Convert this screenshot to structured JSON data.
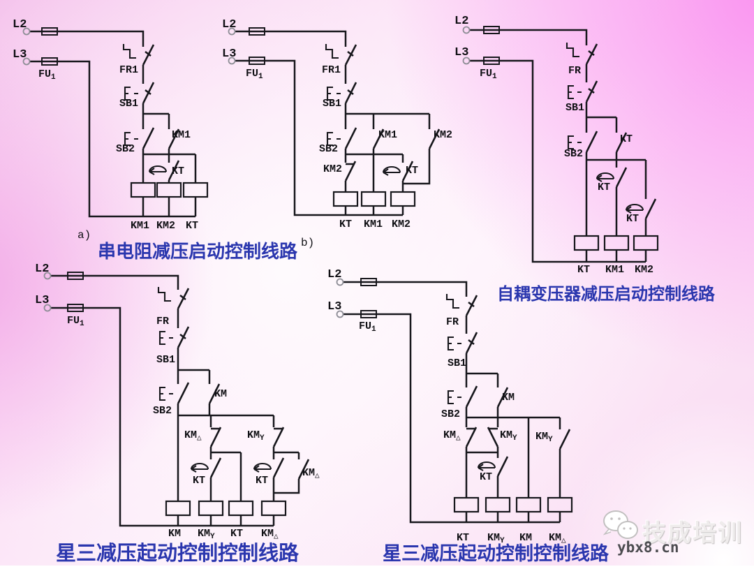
{
  "watermark": {
    "brand": "技成培训",
    "url": "ybx8.cn"
  },
  "circuit_a": {
    "tag": "a)",
    "title": "串电阻减压启动控制线路",
    "l2": "L2",
    "l3": "L3",
    "fu": {
      "b": "FU",
      "s": "1"
    },
    "fr": "FR1",
    "sb1": "SB1",
    "sb2": "SB2",
    "km1": "KM1",
    "kt": "KT",
    "coils": [
      {
        "b": "KM1",
        "s": ""
      },
      {
        "b": "KM2",
        "s": ""
      },
      {
        "b": "KT",
        "s": ""
      }
    ]
  },
  "circuit_b": {
    "tag": "b)",
    "l2": "L2",
    "l3": "L3",
    "fu": {
      "b": "FU",
      "s": "1"
    },
    "fr": "FR1",
    "sb1": "SB1",
    "sb2": "SB2",
    "km1": "KM1",
    "km2": "KM2",
    "km2_nc": "KM2",
    "kt": "KT",
    "coils": [
      {
        "b": "KT",
        "s": ""
      },
      {
        "b": "KM1",
        "s": ""
      },
      {
        "b": "KM2",
        "s": ""
      }
    ]
  },
  "circuit_c": {
    "title": "自耦变压器减压启动控制线路",
    "l2": "L2",
    "l3": "L3",
    "fu": {
      "b": "FU",
      "s": "1"
    },
    "fr": "FR",
    "sb1": "SB1",
    "sb2": "SB2",
    "kt_no": "KT",
    "kt_d1": "KT",
    "kt_d2": "KT",
    "coils": [
      {
        "b": "KT",
        "s": ""
      },
      {
        "b": "KM1",
        "s": ""
      },
      {
        "b": "KM2",
        "s": ""
      }
    ]
  },
  "circuit_d": {
    "title": "星三减压起动控制控制线路",
    "l2": "L2",
    "l3": "L3",
    "fu": {
      "b": "FU",
      "s": "1"
    },
    "fr": "FR",
    "sb1": "SB1",
    "sb2": "SB2",
    "km": "KM",
    "km_delta_nc": {
      "b": "KM",
      "s": "△"
    },
    "km_y_nc": {
      "b": "KM",
      "s": "Y"
    },
    "kt1": "KT",
    "kt2": "KT",
    "km_delta_no": {
      "b": "KM",
      "s": "△"
    },
    "coils": [
      {
        "b": "KM",
        "s": ""
      },
      {
        "b": "KM",
        "s": "Y"
      },
      {
        "b": "KT",
        "s": ""
      },
      {
        "b": "KM",
        "s": "△"
      }
    ]
  },
  "circuit_e": {
    "title": "星三减压起动控制控制线路",
    "l2": "L2",
    "l3": "L3",
    "fu": {
      "b": "FU",
      "s": "1"
    },
    "fr": "FR",
    "sb1": "SB1",
    "sb2": "SB2",
    "km": "KM",
    "km_delta_nc": {
      "b": "KM",
      "s": "△"
    },
    "km_y_nc": {
      "b": "KM",
      "s": "Y"
    },
    "km_y_no": {
      "b": "KM",
      "s": "Y"
    },
    "kt": "KT",
    "coils": [
      {
        "b": "KT",
        "s": ""
      },
      {
        "b": "KM",
        "s": "Y"
      },
      {
        "b": "KM",
        "s": ""
      },
      {
        "b": "KM",
        "s": "△"
      }
    ]
  }
}
